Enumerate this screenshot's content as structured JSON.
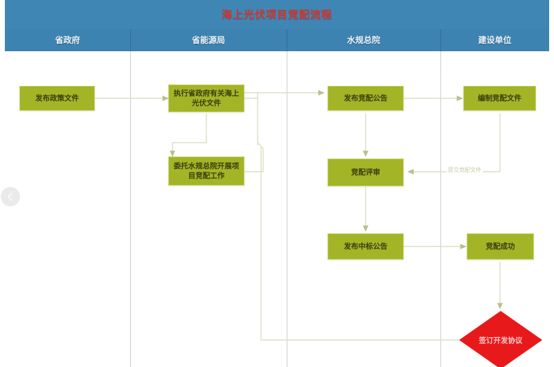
{
  "header": {
    "title": "海上光伏项目竞配流程",
    "title_color": "#d4342b",
    "band_color": "#3f86b5"
  },
  "lanes": [
    {
      "label": "省政府"
    },
    {
      "label": "省能源局"
    },
    {
      "label": "水规总院"
    },
    {
      "label": "建设单位"
    }
  ],
  "diagram": {
    "node_fill": "#a3b526",
    "node_border": "#c5d36a",
    "connector_color": "#dcdfc4",
    "decision_fill": "#e8191b",
    "nodes": [
      {
        "id": "n1",
        "lane": "省政府",
        "label": "发布政策文件"
      },
      {
        "id": "n2",
        "lane": "省能源局",
        "label": "执行省政府有关海上\n光伏文件"
      },
      {
        "id": "n3",
        "lane": "省能源局",
        "label": "委托水规总院开展项\n目竞配工作"
      },
      {
        "id": "n4",
        "lane": "水规总院",
        "label": "发布竞配公告"
      },
      {
        "id": "n5",
        "lane": "建设单位",
        "label": "编制竞配文件"
      },
      {
        "id": "n6",
        "lane": "水规总院",
        "label": "竞配评审"
      },
      {
        "id": "n7",
        "lane": "水规总院",
        "label": "发布中标公告"
      },
      {
        "id": "n8",
        "lane": "建设单位",
        "label": "竞配成功"
      },
      {
        "id": "n9",
        "lane": "建设单位",
        "label": "签订开发协议",
        "shape": "diamond"
      }
    ],
    "edge_labels": [
      {
        "id": "e_submit",
        "text": "提交竞配文件"
      }
    ]
  },
  "controls": {
    "prev_icon": "chevron-left-icon"
  }
}
